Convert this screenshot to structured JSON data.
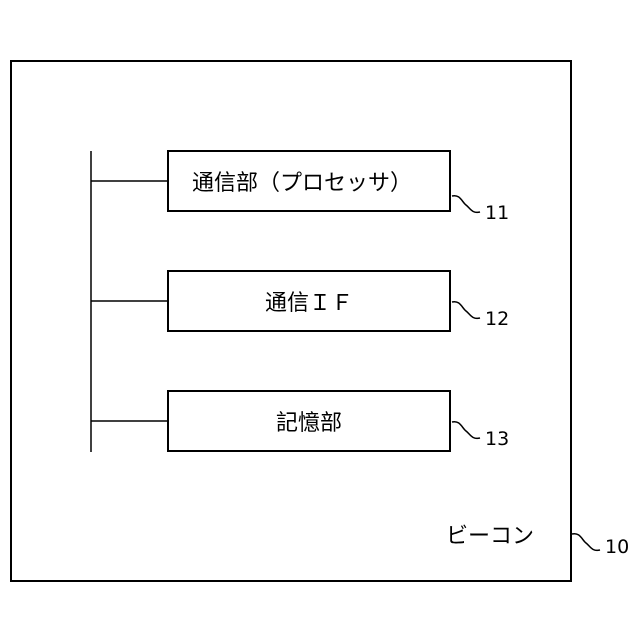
{
  "device": {
    "label": "ビーコン",
    "ref": "10"
  },
  "components": [
    {
      "label": "通信部（プロセッサ）",
      "ref": "11"
    },
    {
      "label": "通信ＩＦ",
      "ref": "12"
    },
    {
      "label": "記憶部",
      "ref": "13"
    }
  ]
}
